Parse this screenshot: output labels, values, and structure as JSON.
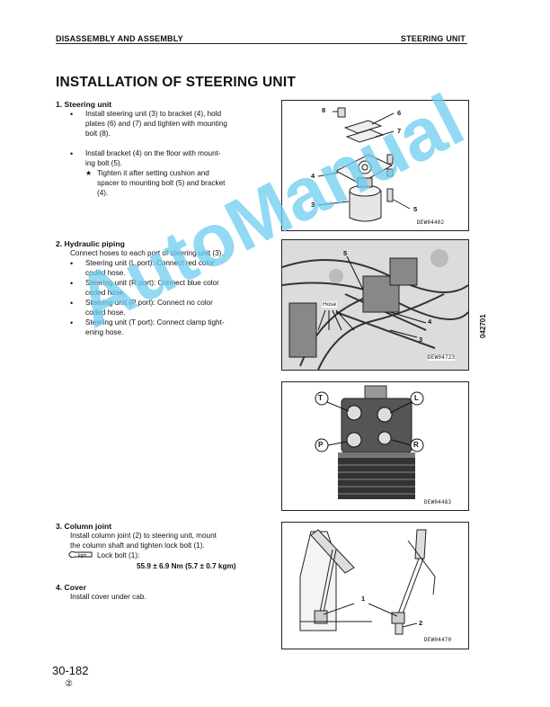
{
  "header": {
    "left": "DISASSEMBLY AND ASSEMBLY",
    "right": "STEERING UNIT"
  },
  "title": "INSTALLATION OF STEERING UNIT",
  "sections": [
    {
      "heading": "1.  Steering unit",
      "items": [
        "Install steering unit (3) to bracket (4), hold",
        "plates (6) and (7) and tighten with mounting",
        "bolt (8).",
        "Install bracket (4) on the floor with mount-",
        "ing bolt (5).",
        "Tighten it after setting cushion and",
        "spacer to mounting bolt (5) and bracket",
        "(4)."
      ]
    },
    {
      "heading": "2.  Hydraulic piping",
      "intro": "Connect hoses to each port of steering unit (3).",
      "items": [
        "Steering unit (L port): Connect red color",
        "coded hose.",
        "Steering unit (R port): Connect blue color",
        "coded hose.",
        "Steering unit (P port): Connect no color",
        "coded hose.",
        "Steering unit (T port): Connect clamp tight-",
        "ening hose."
      ]
    },
    {
      "heading": "3.  Column joint",
      "items": [
        "Install column joint (2) to steering unit, mount",
        "the column shaft and tighten lock bolt (1).",
        "Lock bolt (1):",
        "55.9 ± 6.9 Nm (5.7 ± 0.7 kgm)"
      ]
    },
    {
      "heading": "4.  Cover",
      "items": [
        "Install cover under cab."
      ]
    }
  ],
  "figures": {
    "fig1": {
      "code": "DEW04402",
      "callouts": [
        "8",
        "6",
        "7",
        "4",
        "3",
        "5"
      ]
    },
    "fig2": {
      "code": "DEW04723",
      "callouts": [
        "5",
        "Hose",
        "4",
        "3"
      ]
    },
    "fig3": {
      "code": "DEW04483",
      "ports": [
        "T",
        "L",
        "P",
        "R"
      ]
    },
    "fig4": {
      "code": "DEW04470",
      "callouts": [
        "1",
        "2"
      ]
    }
  },
  "star_symbol": "★",
  "bullet_symbol": "•",
  "tool_label": "kgm",
  "side_code": "042701",
  "watermark": "AutoManual",
  "footer": {
    "page": "30-182",
    "rev": "②"
  }
}
